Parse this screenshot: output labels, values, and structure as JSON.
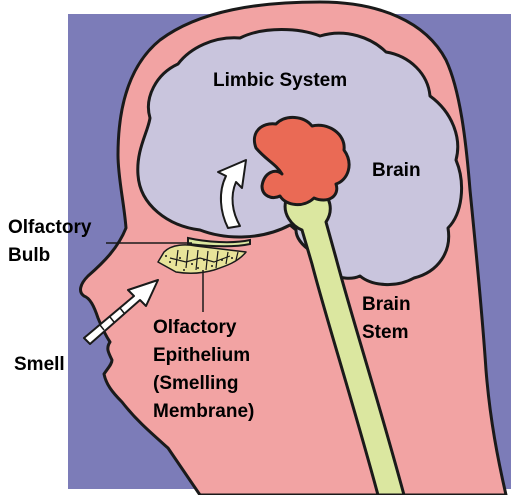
{
  "labels": {
    "limbic_system": "Limbic System",
    "brain": "Brain",
    "olfactory_bulb": [
      "Olfactory",
      "Bulb"
    ],
    "brain_stem": [
      "Brain",
      "Stem"
    ],
    "olfactory_epithelium": [
      "Olfactory",
      "Epithelium",
      "(Smelling",
      "Membrane)"
    ],
    "smell": "Smell"
  },
  "colors": {
    "background_panel": "#7c7cb8",
    "head_skin": "#f2a3a3",
    "brain": "#c9c5dd",
    "limbic_system": "#ea6a55",
    "brain_stem": "#dbe7a0",
    "outline": "#1a1a1a",
    "epithelium": "#e8e49a"
  }
}
